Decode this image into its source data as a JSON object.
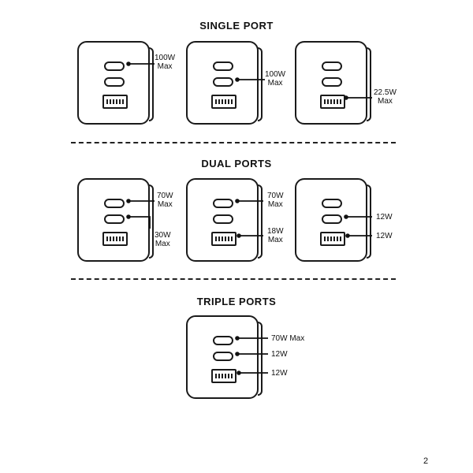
{
  "sections": {
    "single": {
      "heading": "SINGLE PORT"
    },
    "dual": {
      "heading": "DUAL PORTS"
    },
    "triple": {
      "heading": "TRIPLE PORTS"
    }
  },
  "labels": {
    "s1": {
      "line1": "100W",
      "line2": "Max"
    },
    "s2": {
      "line1": "100W",
      "line2": "Max"
    },
    "s3": {
      "line1": "22.5W",
      "line2": "Max"
    },
    "d1a": {
      "line1": "70W",
      "line2": "Max"
    },
    "d1b": {
      "line1": "30W",
      "line2": "Max"
    },
    "d2a": {
      "line1": "70W",
      "line2": "Max"
    },
    "d2b": {
      "line1": "18W",
      "line2": "Max"
    },
    "d3a": "12W",
    "d3b": "12W",
    "t1": "70W Max",
    "t2": "12W",
    "t3": "12W"
  },
  "page_number": "2"
}
